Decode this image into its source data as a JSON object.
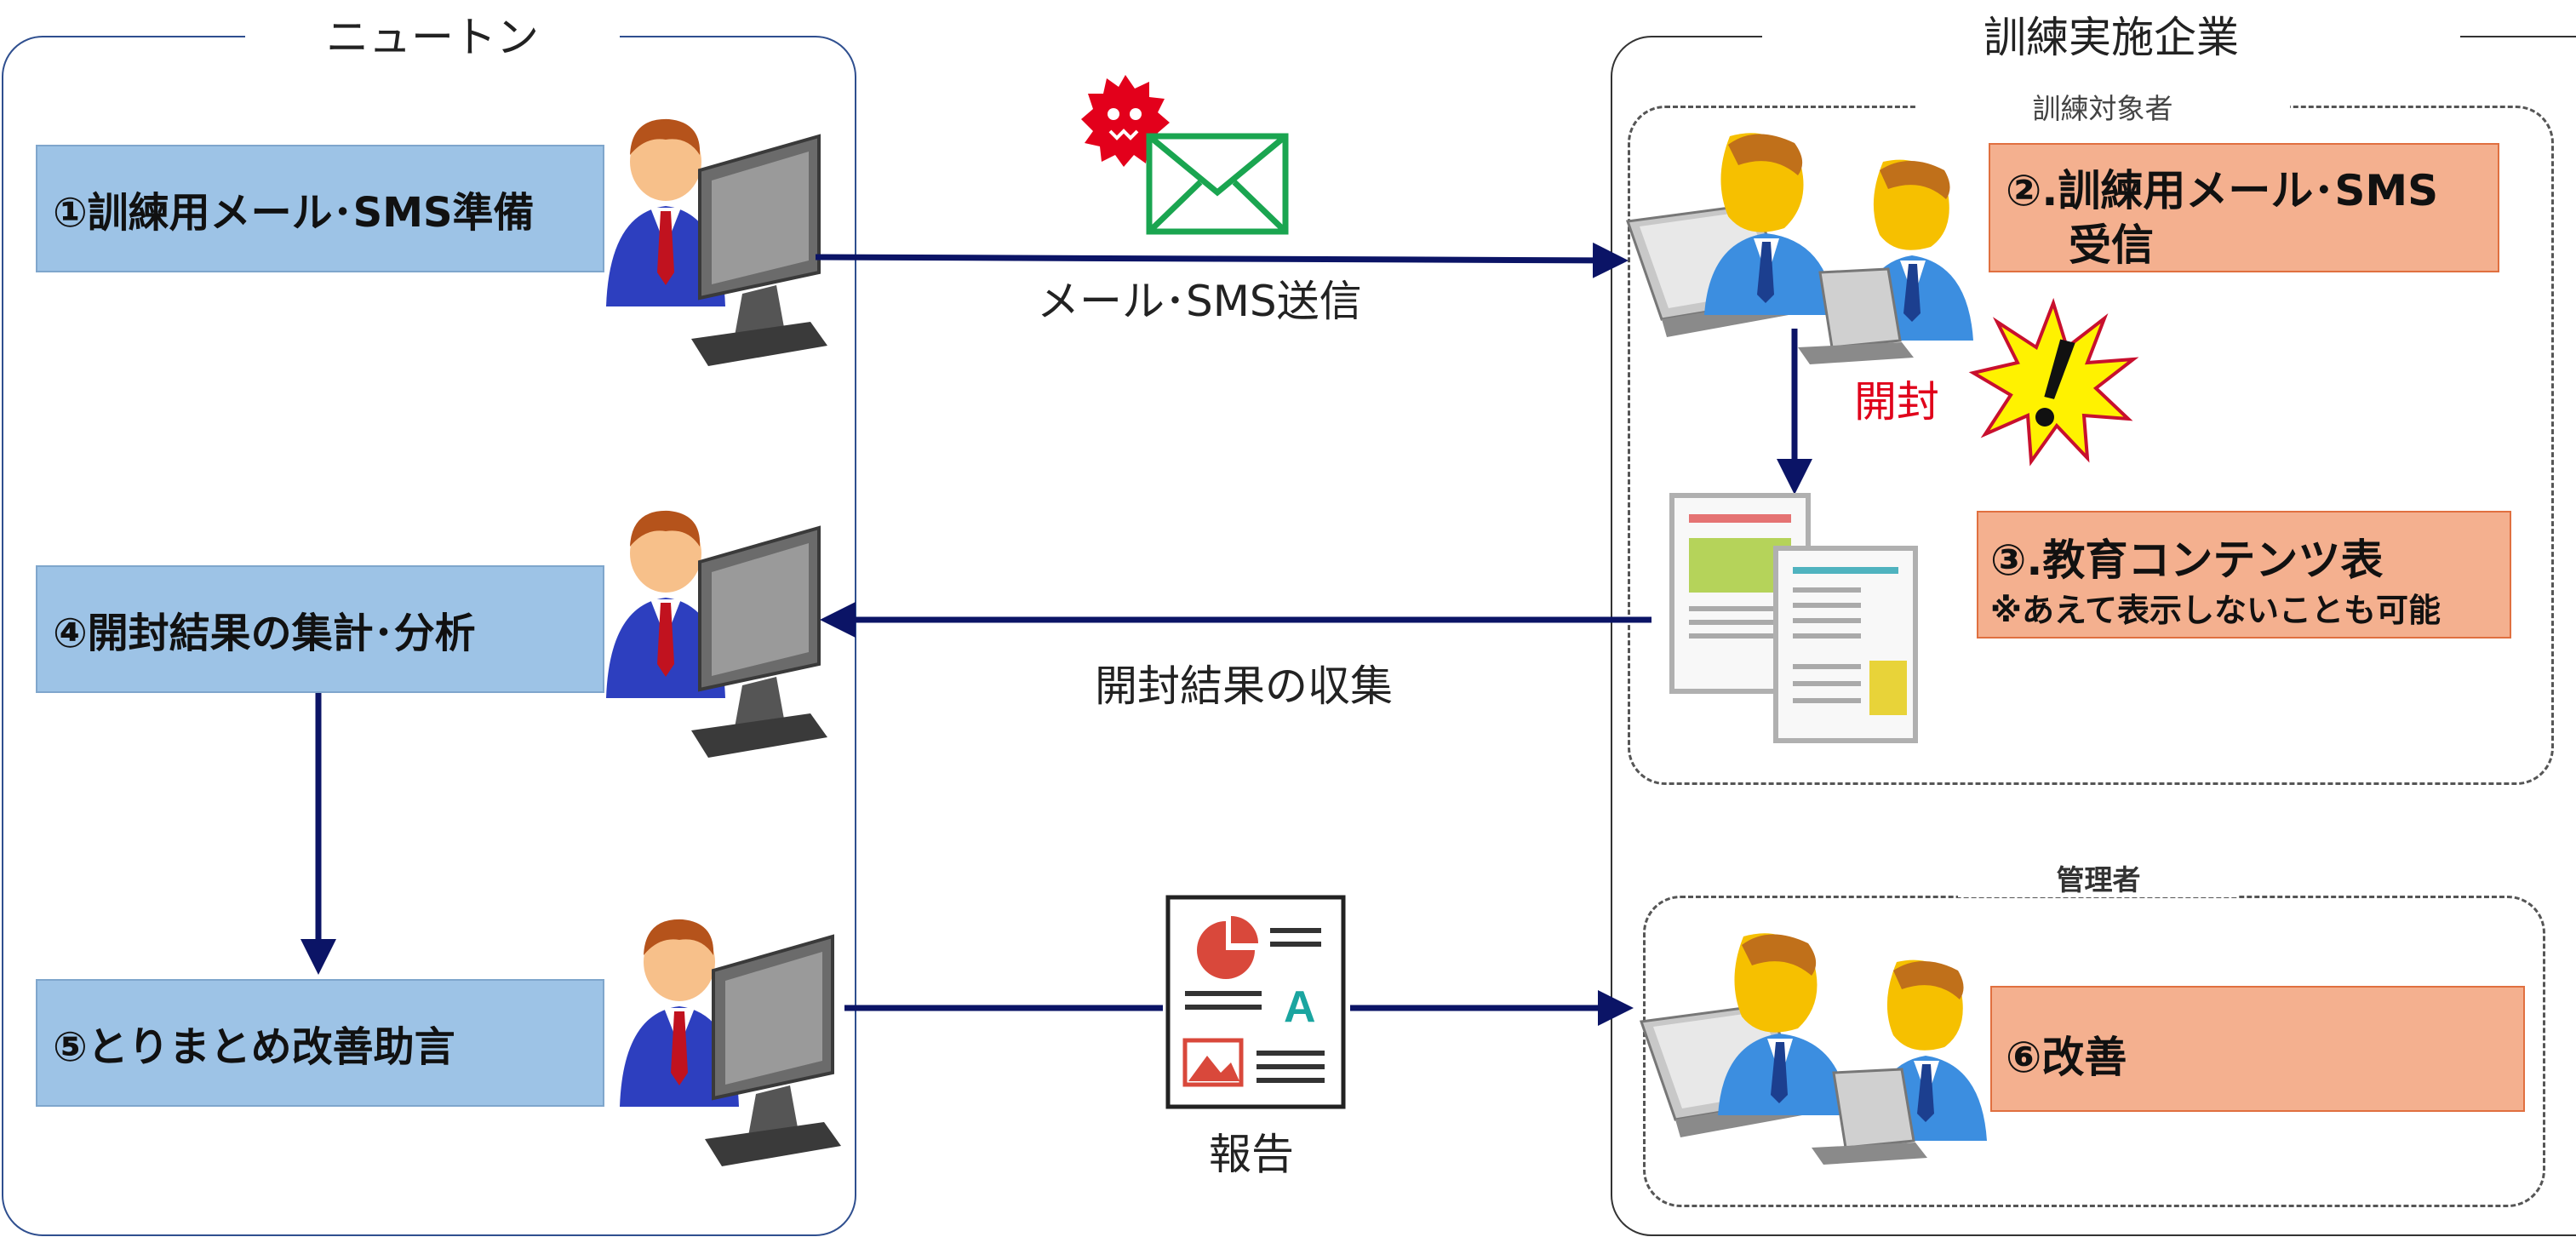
{
  "left_group": {
    "title": "ニュートン"
  },
  "right_group": {
    "title": "訓練実施企業"
  },
  "trainees": {
    "title": "訓練対象者"
  },
  "managers": {
    "title": "管理者"
  },
  "steps": {
    "s1": "①訓練用メール･SMS準備",
    "s2_line1": "②.訓練用メール･SMS",
    "s2_line2": "受信",
    "s3_line1": "③.教育コンテンツ表",
    "s3_line2": "※あえて表示しないことも可能",
    "s4": "④開封結果の集計･分析",
    "s5": "⑤とりまとめ改善助言",
    "s6": "⑥改善"
  },
  "arrows": {
    "send": "メール･SMS送信",
    "collect": "開封結果の収集",
    "report": "報告",
    "open": "開封"
  },
  "colors": {
    "arrow": "#0b1466",
    "blue_box": "#9dc3e6",
    "orange_box": "#f4b08f",
    "alert_red": "#e0001a"
  },
  "icons": [
    "worker-at-computer-icon",
    "virus-icon",
    "envelope-icon",
    "office-workers-icon",
    "exclamation-burst-icon",
    "documents-icon",
    "report-document-icon"
  ]
}
